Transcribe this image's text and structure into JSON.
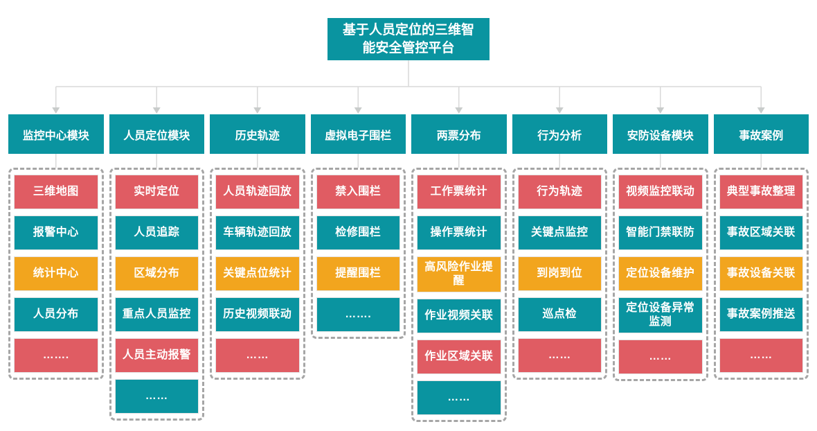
{
  "root": {
    "title": "基于人员定位的三维智能安全管控平台"
  },
  "colors": {
    "teal": "#0A94A0",
    "red": "#E05C63",
    "orange": "#F2A51E",
    "connector": "#D9D9D9",
    "arrow": "#C9CCCB",
    "dashed": "#A6A6A6"
  },
  "columns": [
    {
      "header": "监控中心模块",
      "items": [
        {
          "label": "三维地图",
          "color": "red"
        },
        {
          "label": "报警中心",
          "color": "teal"
        },
        {
          "label": "统计中心",
          "color": "orange"
        },
        {
          "label": "人员分布",
          "color": "teal"
        },
        {
          "label": "…….",
          "color": "red"
        }
      ]
    },
    {
      "header": "人员定位模块",
      "items": [
        {
          "label": "实时定位",
          "color": "red"
        },
        {
          "label": "人员追踪",
          "color": "teal"
        },
        {
          "label": "区域分布",
          "color": "orange"
        },
        {
          "label": "重点人员监控",
          "color": "teal"
        },
        {
          "label": "人员主动报警",
          "color": "red"
        },
        {
          "label": "……",
          "color": "teal"
        }
      ]
    },
    {
      "header": "历史轨迹",
      "items": [
        {
          "label": "人员轨迹回放",
          "color": "red"
        },
        {
          "label": "车辆轨迹回放",
          "color": "teal"
        },
        {
          "label": "关键点位统计",
          "color": "orange"
        },
        {
          "label": "历史视频联动",
          "color": "teal"
        },
        {
          "label": "……",
          "color": "red"
        }
      ]
    },
    {
      "header": "虚拟电子围栏",
      "items": [
        {
          "label": "禁入围栏",
          "color": "red"
        },
        {
          "label": "检修围栏",
          "color": "teal"
        },
        {
          "label": "提醒围栏",
          "color": "orange"
        },
        {
          "label": "…….",
          "color": "teal"
        }
      ]
    },
    {
      "header": "两票分布",
      "items": [
        {
          "label": "工作票统计",
          "color": "red"
        },
        {
          "label": "操作票统计",
          "color": "teal"
        },
        {
          "label": "高风险作业提醒",
          "color": "orange"
        },
        {
          "label": "作业视频关联",
          "color": "teal"
        },
        {
          "label": "作业区域关联",
          "color": "red"
        },
        {
          "label": "……",
          "color": "teal"
        }
      ]
    },
    {
      "header": "行为分析",
      "items": [
        {
          "label": "行为轨迹",
          "color": "red"
        },
        {
          "label": "关键点监控",
          "color": "teal"
        },
        {
          "label": "到岗到位",
          "color": "orange"
        },
        {
          "label": "巡点检",
          "color": "teal"
        },
        {
          "label": "……",
          "color": "red"
        }
      ]
    },
    {
      "header": "安防设备模块",
      "items": [
        {
          "label": "视频监控联动",
          "color": "red"
        },
        {
          "label": "智能门禁联防",
          "color": "teal"
        },
        {
          "label": "定位设备维护",
          "color": "orange"
        },
        {
          "label": "定位设备异常监测",
          "color": "teal"
        },
        {
          "label": "……",
          "color": "red"
        }
      ]
    },
    {
      "header": "事故案例",
      "items": [
        {
          "label": "典型事故整理",
          "color": "red"
        },
        {
          "label": "事故区域关联",
          "color": "teal"
        },
        {
          "label": "事故设备关联",
          "color": "orange"
        },
        {
          "label": "事故案例推送",
          "color": "teal"
        },
        {
          "label": "……",
          "color": "red"
        }
      ]
    }
  ]
}
